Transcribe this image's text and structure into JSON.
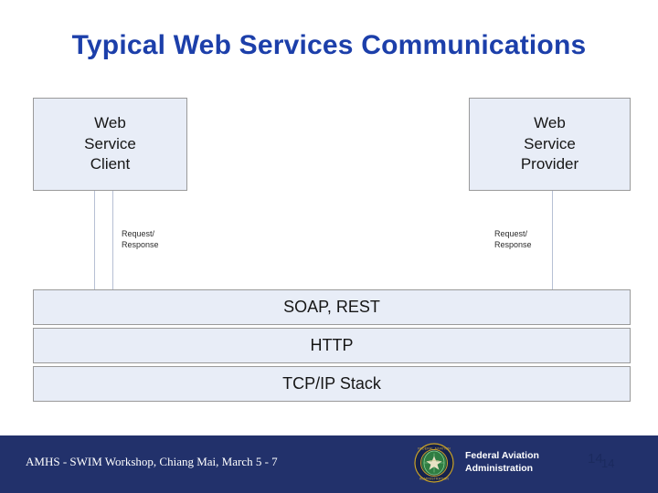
{
  "slide": {
    "title": "Typical Web Services Communications",
    "title_color": "#1c3faa",
    "background": "#ffffff"
  },
  "diagram": {
    "node_fill": "#e8edf7",
    "node_border": "#9a9a9a",
    "connector_color": "#b7c0d4",
    "nodes": [
      {
        "id": "client",
        "label": "Web\nService\nClient",
        "line1": "Web",
        "line2": "Service",
        "line3": "Client"
      },
      {
        "id": "provider",
        "label": "Web\nService\nProvider",
        "line1": "Web",
        "line2": "Service",
        "line3": "Provider"
      }
    ],
    "flow_labels": [
      {
        "id": "left",
        "line1": "Request/",
        "line2": "Response"
      },
      {
        "id": "right",
        "line1": "Request/",
        "line2": "Response"
      }
    ],
    "stack_layers": [
      {
        "id": "soap",
        "label": "SOAP, REST"
      },
      {
        "id": "http",
        "label": "HTTP"
      },
      {
        "id": "tcp",
        "label": "TCP/IP Stack"
      }
    ]
  },
  "footer": {
    "background": "#22316b",
    "left_text": "AMHS - SWIM Workshop, Chiang Mai, March 5 - 7",
    "agency_line1": "Federal Aviation",
    "agency_line2": "Administration",
    "seal_alt": "faa-seal",
    "page_number_primary": "14",
    "page_number_secondary": "14"
  }
}
